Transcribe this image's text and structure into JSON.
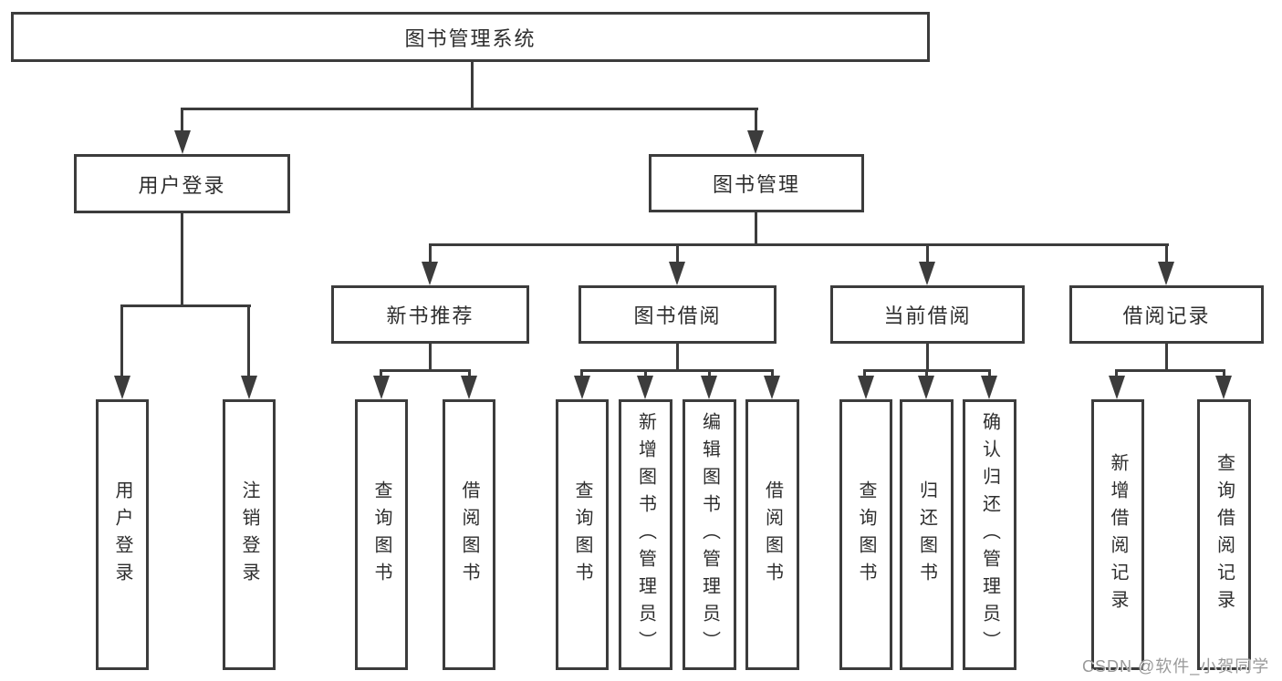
{
  "diagram_type": "hierarchy-org-chart",
  "colors": {
    "line": "#3c3c3c",
    "text": "#2e2e2e",
    "watermark": "#9a9a9a",
    "background": "#ffffff"
  },
  "watermark": {
    "text": "CSDN @软件_小贺同学"
  },
  "tree": {
    "root": {
      "label": "图书管理系统",
      "children": [
        {
          "label": "用户登录",
          "children": [
            {
              "label": "用户登录"
            },
            {
              "label": "注销登录"
            }
          ]
        },
        {
          "label": "图书管理",
          "children": [
            {
              "label": "新书推荐",
              "children": [
                {
                  "label": "查询图书"
                },
                {
                  "label": "借阅图书"
                }
              ]
            },
            {
              "label": "图书借阅",
              "children": [
                {
                  "label": "查询图书"
                },
                {
                  "label": "新增图书（管理员）"
                },
                {
                  "label": "编辑图书（管理员）"
                },
                {
                  "label": "借阅图书"
                }
              ]
            },
            {
              "label": "当前借阅",
              "children": [
                {
                  "label": "查询图书"
                },
                {
                  "label": "归还图书"
                },
                {
                  "label": "确认归还（管理员）"
                }
              ]
            },
            {
              "label": "借阅记录",
              "children": [
                {
                  "label": "新增借阅记录"
                },
                {
                  "label": "查询借阅记录"
                }
              ]
            }
          ]
        }
      ]
    }
  }
}
